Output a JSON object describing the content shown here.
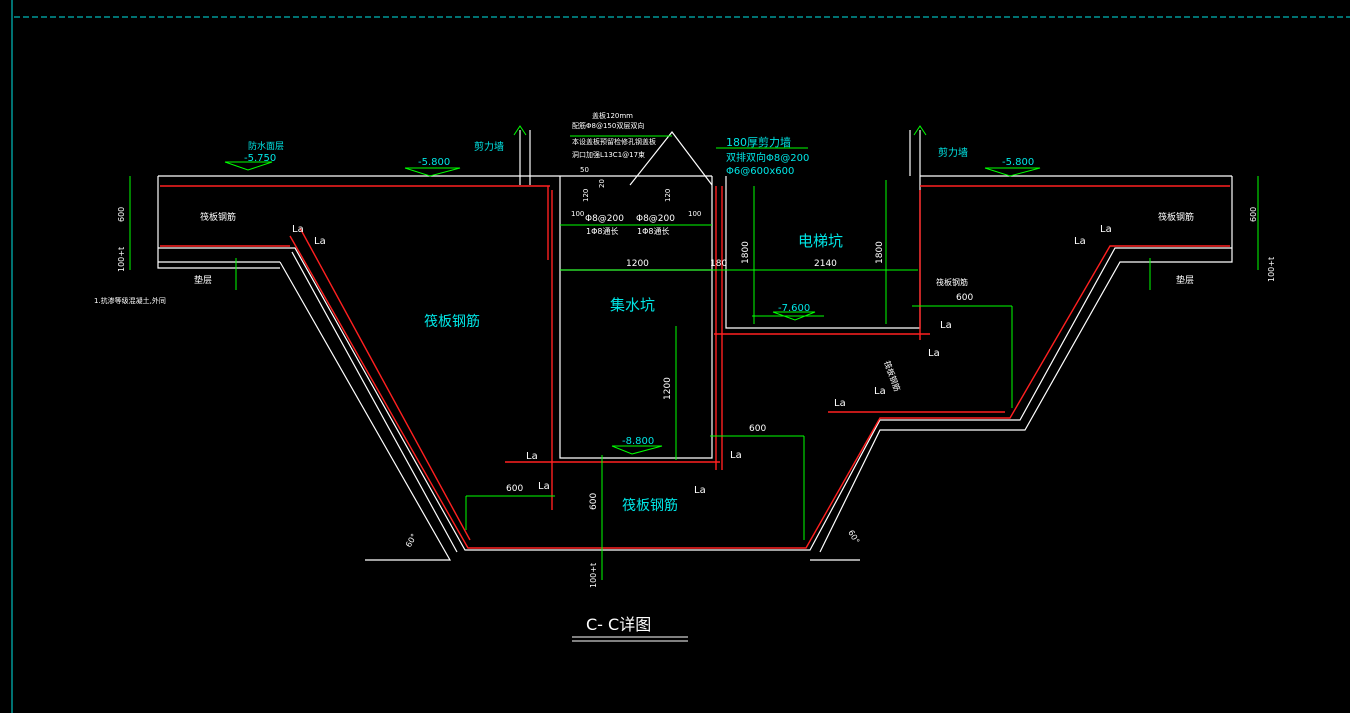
{
  "drawing": {
    "title": "C- C详图",
    "colors": {
      "background": "#000000",
      "outline": "#ffffff",
      "rebar": "#ff2020",
      "dimension": "#00ff00",
      "text": "#00e5e5",
      "frame": "#00e5e5"
    }
  },
  "labels": {
    "raft_rebar_main": "筏板钢筋",
    "raft_rebar_bottom": "筏板钢筋",
    "raft_rebar_left": "筏板钢筋",
    "raft_rebar_right": "筏板钢筋",
    "raft_rebar_right2": "筏板钢筋",
    "raft_rebar_diag": "筏板钢筋",
    "sump": "集水坑",
    "elevator_pit": "电梯坑",
    "shear_wall_left": "剪力墙",
    "shear_wall_right": "剪力墙",
    "shear_wall_180": "180厚剪力墙",
    "wall_rebar_1": "双排双向Φ8@200",
    "wall_rebar_2": "Φ6@600x600",
    "waterproof_layer": "防水面层",
    "cushion_left": "垫层",
    "cushion_right": "垫层",
    "note_waterproof": "1.抗渗等级混凝土,外同",
    "cover_note_1": "盖板120mm",
    "cover_note_2": "配筋Φ8@150双层双向",
    "cover_note_3": "本设盖板预留检修孔钢盖板",
    "cover_note_4": "洞口加强L13C1@17束",
    "rebar_tag_1a": "Φ8@200",
    "rebar_tag_1b": "1Φ8通长",
    "rebar_tag_2a": "Φ8@200",
    "rebar_tag_2b": "1Φ8通长"
  },
  "elevations": {
    "el_5750": "-5.750",
    "el_5800_left": "-5.800",
    "el_5800_right": "-5.800",
    "el_7600": "-7.600",
    "el_8800": "-8.800"
  },
  "dimensions": {
    "d600_left": "600",
    "d600_right": "600",
    "d100_left": "100+t",
    "d100_right": "100+t",
    "d100_bottom": "100+t",
    "d1200_width": "1200",
    "d180": "180",
    "d1800_a": "1800",
    "d1800_b": "1800",
    "d2140": "2140",
    "d1200_depth": "1200",
    "d600_elev": "600",
    "d600_sump_right": "600",
    "d600_bottom_left": "600",
    "d600_bottom_vert": "600",
    "d50": "50",
    "d120_a": "120",
    "d120_b": "120",
    "d20": "20",
    "d100_a": "100",
    "d100_b": "100",
    "angle_left": "60°",
    "angle_right": "60°"
  },
  "anchorage": {
    "la": "La"
  }
}
